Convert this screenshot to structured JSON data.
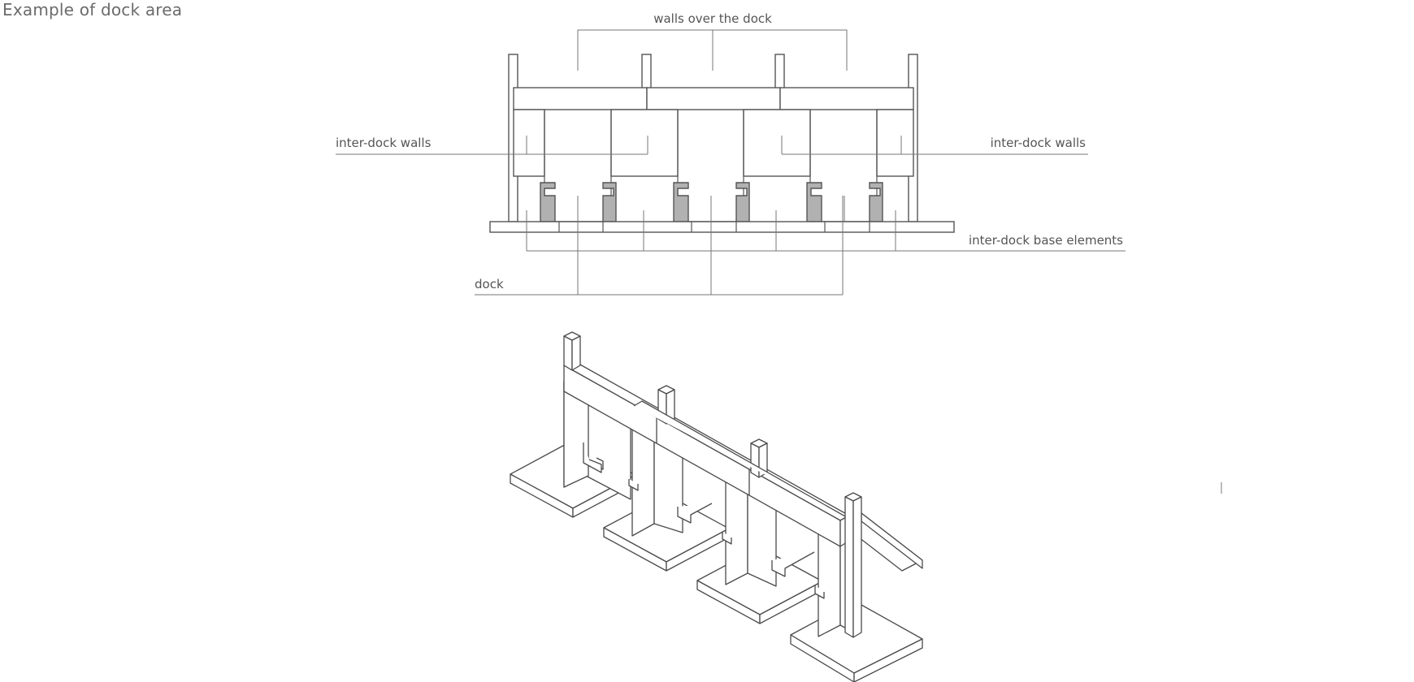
{
  "page": {
    "title": "Example of dock area"
  },
  "labels": {
    "walls_over_the_dock": "walls over the dock",
    "inter_dock_walls_left": "inter-dock walls",
    "inter_dock_walls_right": "inter-dock walls",
    "inter_dock_base_elements": "inter-dock base elements",
    "dock": "dock"
  },
  "colors": {
    "line": "#555555",
    "dock_fill": "#b1b1b1",
    "background": "#ffffff"
  }
}
